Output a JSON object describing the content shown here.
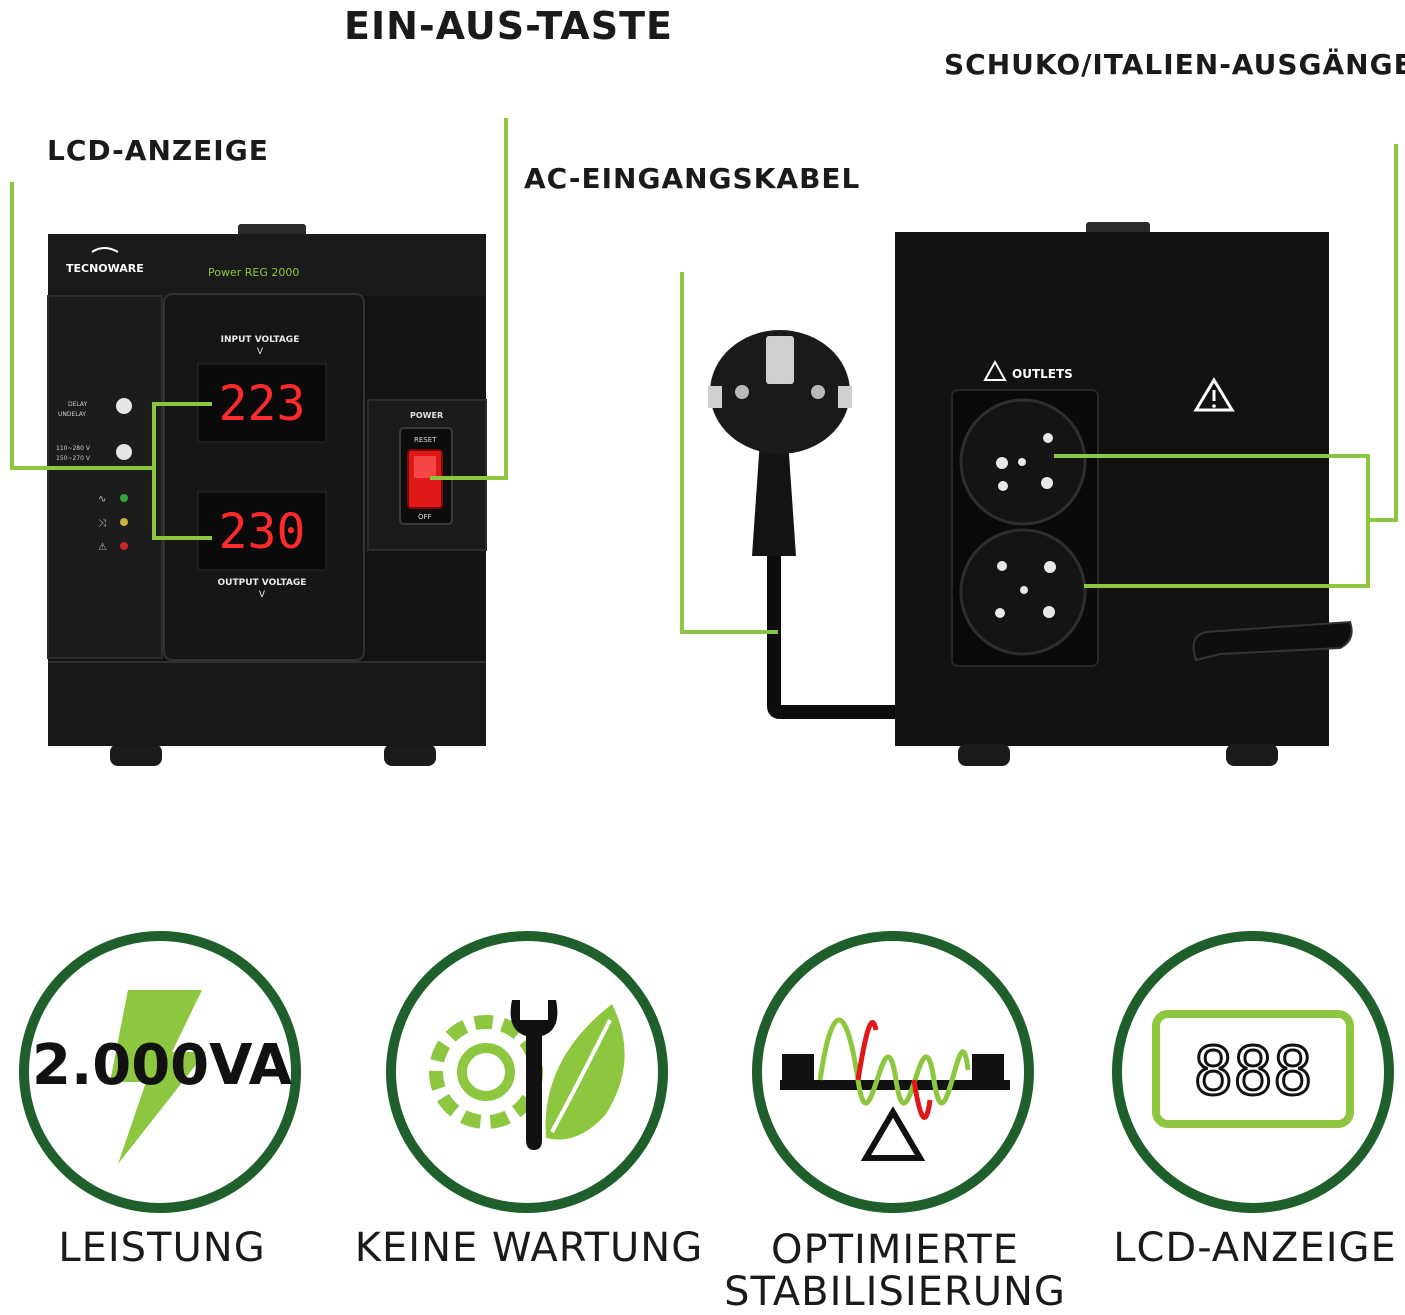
{
  "callouts": {
    "power_button": "EIN-AUS-TASTE",
    "outputs": "SCHUKO/ITALIEN-AUSGÄNGE",
    "lcd": "LCD-ANZEIGE",
    "ac_cable": "AC-EINGANGSKABEL"
  },
  "front_panel": {
    "brand": "TECNOWARE",
    "model": "Power REG 2000",
    "input_label": "INPUT VOLTAGE",
    "input_unit": "V",
    "input_value": "223",
    "output_label": "OUTPUT VOLTAGE",
    "output_unit": "V",
    "output_value": "230",
    "delay": "DELAY",
    "undelay": "UNDELAY",
    "range_low": "110~280 V",
    "range_high": "150~270 V",
    "power_label": "POWER",
    "reset_label": "RESET",
    "off_label": "OFF"
  },
  "back_panel": {
    "outlets_label": "OUTLETS"
  },
  "features": [
    {
      "icon": "lightning-icon",
      "icon_text": "2.000VA",
      "label": "LEISTUNG"
    },
    {
      "icon": "gear-wrench-leaf-icon",
      "label": "KEINE WARTUNG"
    },
    {
      "icon": "seesaw-wave-icon",
      "label_line1": "OPTIMIERTE",
      "label_line2": "STABILISIERUNG"
    },
    {
      "icon": "lcd-display-icon",
      "icon_text": "888",
      "label": "LCD-ANZEIGE"
    }
  ],
  "colors": {
    "callout_line": "#8dc63f",
    "ring": "#1f5f2c",
    "icon_green": "#8dc63f",
    "led_red": "#ff2a2a",
    "device_black": "#111111"
  }
}
